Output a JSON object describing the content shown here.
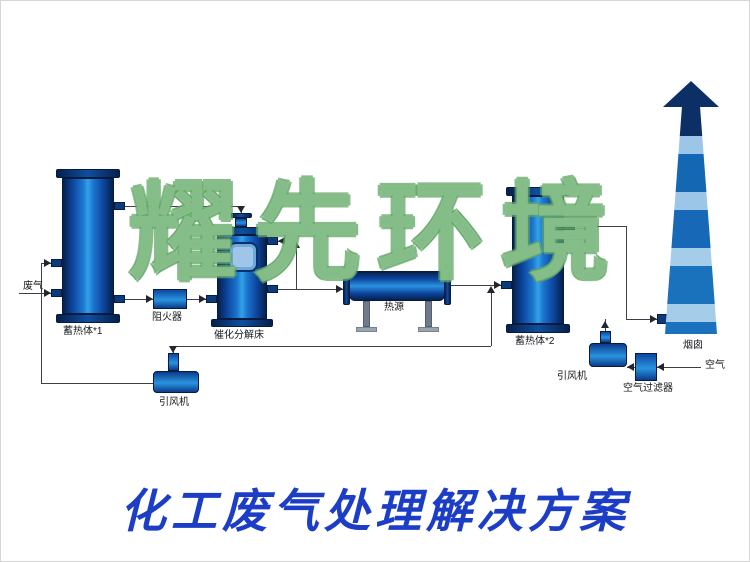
{
  "diagram": {
    "watermark": "耀先环境",
    "title": "化工废气处理解决方案",
    "equipment": {
      "waste_gas": "废气",
      "regenerator_1": "蓄热体*1",
      "flame_arrester": "阻火器",
      "catalytic_bed": "催化分解床",
      "heat_source": "热源",
      "regenerator_2": "蓄热体*2",
      "induced_fan_1": "引风机",
      "induced_fan_2": "引风机",
      "air_filter": "空气过滤器",
      "air": "空气",
      "chimney": "烟囱"
    },
    "colors": {
      "vessel_dark": "#071f4c",
      "vessel_mid": "#0d47a1",
      "vessel_light": "#33a3e8",
      "chimney_band_light": "#9cc6e8",
      "watermark_green": "#5fa564",
      "title_blue": "#1c3ec6",
      "line": "#3c4046"
    }
  }
}
